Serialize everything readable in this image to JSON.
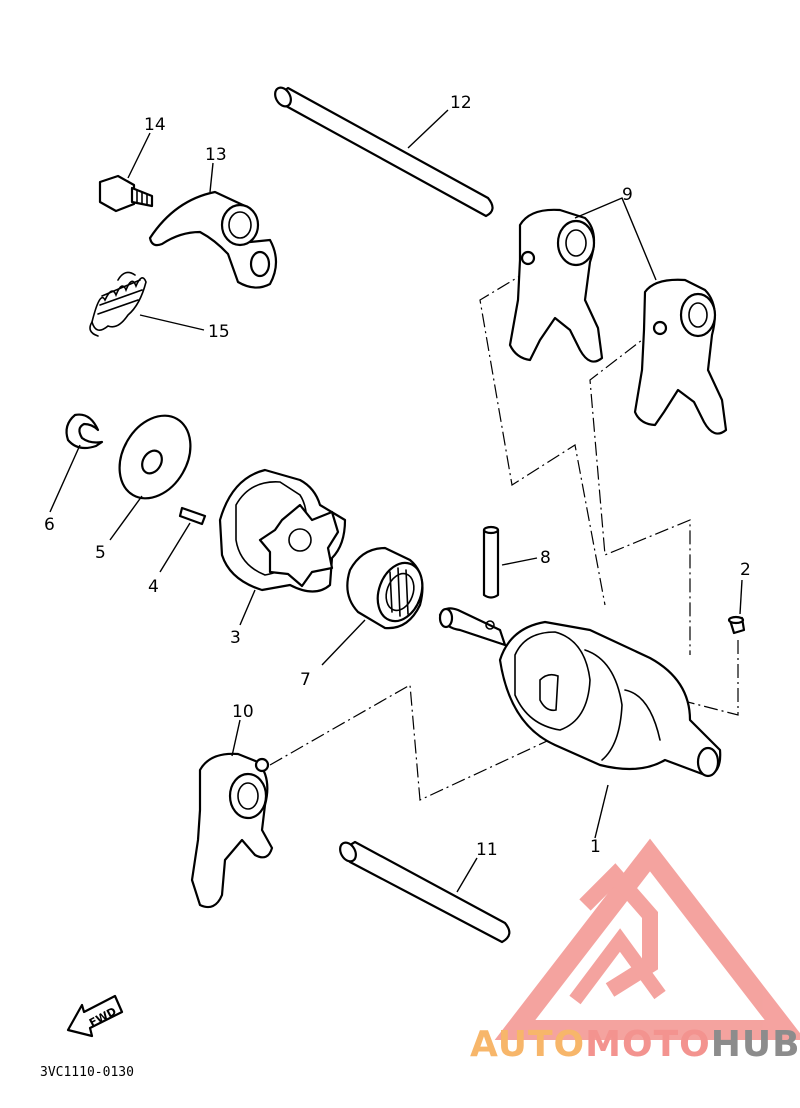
{
  "callouts": {
    "c1": "1",
    "c2": "2",
    "c3": "3",
    "c4": "4",
    "c5": "5",
    "c6": "6",
    "c7": "7",
    "c8": "8",
    "c9": "9",
    "c10": "10",
    "c11": "11",
    "c12": "12",
    "c13": "13",
    "c14": "14",
    "c15": "15"
  },
  "diagram_code": "3VC1110-0130",
  "fwd_label": "FWD",
  "watermark": {
    "part1": "AUTO",
    "part2": "MOTO",
    "part3": "HUB",
    "colors": {
      "orange": "#f7b66a",
      "red": "#f3938f",
      "gray": "#8c8c8c"
    }
  }
}
